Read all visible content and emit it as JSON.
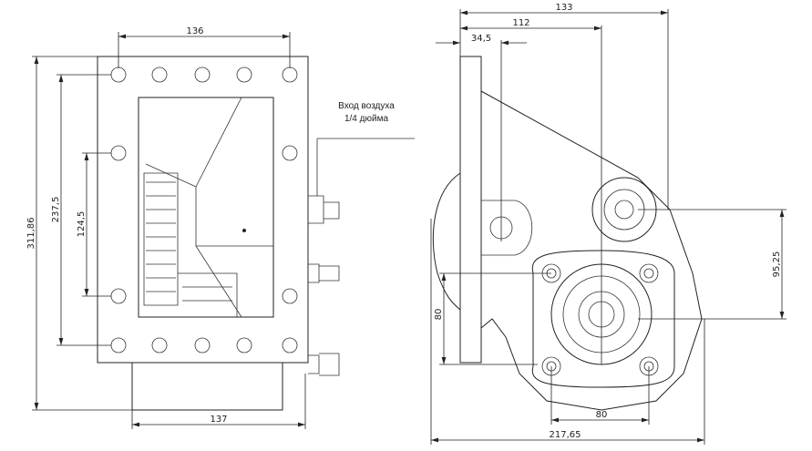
{
  "note": {
    "line1": "Вход воздуха",
    "line2": "1/4 дюйма"
  },
  "front_view": {
    "dim_top": "136",
    "dim_bottom": "137",
    "dim_height_total": "311,86",
    "dim_height_holes": "237,5",
    "dim_height_inner": "124,5"
  },
  "side_view": {
    "dim_133": "133",
    "dim_112": "112",
    "dim_34_5": "34,5",
    "dim_95_25": "95,25",
    "dim_80_vertical": "80",
    "dim_80_horizontal": "80",
    "dim_217_65": "217,65"
  }
}
